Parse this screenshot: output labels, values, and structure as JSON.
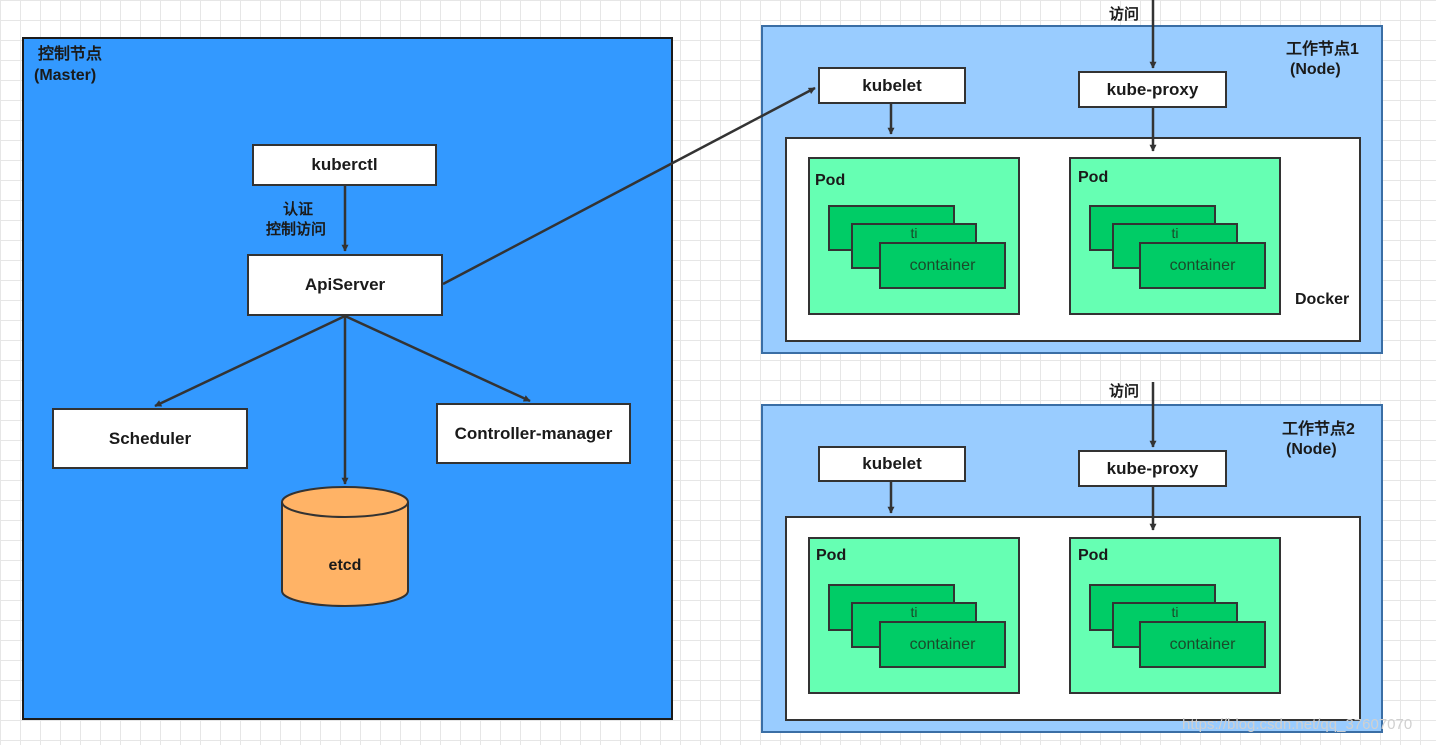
{
  "master": {
    "title": "控制节点",
    "subtitle": "(Master)",
    "kubectl": "kuberctl",
    "auth_line1": "认证",
    "auth_line2": "控制访问",
    "apiserver": "ApiServer",
    "scheduler": "Scheduler",
    "controller_manager": "Controller-manager",
    "etcd": "etcd"
  },
  "nodes": [
    {
      "title": "工作节点1",
      "subtitle": "(Node)",
      "access": "访问",
      "kubelet": "kubelet",
      "kube_proxy": "kube-proxy",
      "docker": "Docker",
      "pods": [
        {
          "label": "Pod",
          "container": "container",
          "ghost": "ti"
        },
        {
          "label": "Pod",
          "container": "container",
          "ghost": "ti"
        }
      ]
    },
    {
      "title": "工作节点2",
      "subtitle": "(Node)",
      "access": "访问",
      "kubelet": "kubelet",
      "kube_proxy": "kube-proxy",
      "pods": [
        {
          "label": "Pod",
          "container": "container",
          "ghost": "ti"
        },
        {
          "label": "Pod",
          "container": "container",
          "ghost": "ti"
        }
      ]
    }
  ],
  "watermark": "https://blog.csdn.net/qq_37607070",
  "colors": {
    "master_bg": "#3399ff",
    "node_bg": "#99ccff",
    "pod_bg": "#66ffb3",
    "container_bg": "#00cc66",
    "etcd_bg": "#ffb366"
  }
}
